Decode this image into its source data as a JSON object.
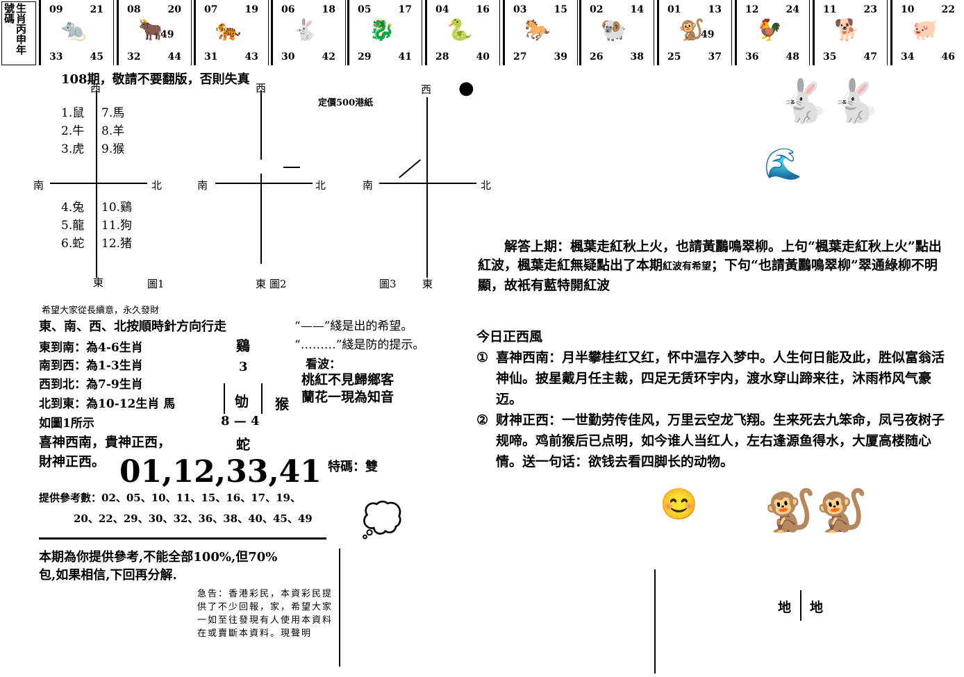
{
  "strip": {
    "side_label": "生肖丙申年號碼",
    "cells": [
      {
        "tl": "09",
        "tr": "21",
        "bl": "33",
        "br": "45",
        "ex": "",
        "icon": "rat-icon",
        "glyph": "🐀"
      },
      {
        "tl": "08",
        "tr": "20",
        "bl": "32",
        "br": "44",
        "ex": "49",
        "icon": "ox-icon",
        "glyph": "🐂"
      },
      {
        "tl": "07",
        "tr": "19",
        "bl": "31",
        "br": "43",
        "ex": "",
        "icon": "tiger-icon",
        "glyph": "🐅"
      },
      {
        "tl": "06",
        "tr": "18",
        "bl": "30",
        "br": "42",
        "ex": "",
        "icon": "rabbit-icon",
        "glyph": "🐇"
      },
      {
        "tl": "05",
        "tr": "17",
        "bl": "29",
        "br": "41",
        "ex": "",
        "icon": "dragon-icon",
        "glyph": "🐉"
      },
      {
        "tl": "04",
        "tr": "16",
        "bl": "28",
        "br": "40",
        "ex": "",
        "icon": "snake-icon",
        "glyph": "🐍"
      },
      {
        "tl": "03",
        "tr": "15",
        "bl": "27",
        "br": "39",
        "ex": "",
        "icon": "horse-icon",
        "glyph": "🐎"
      },
      {
        "tl": "02",
        "tr": "14",
        "bl": "26",
        "br": "38",
        "ex": "",
        "icon": "goat-icon",
        "glyph": "🐏"
      },
      {
        "tl": "01",
        "tr": "13",
        "bl": "25",
        "br": "37",
        "ex": "49",
        "icon": "monkey-icon",
        "glyph": "🐒"
      },
      {
        "tl": "12",
        "tr": "24",
        "bl": "36",
        "br": "48",
        "ex": "",
        "icon": "rooster-icon",
        "glyph": "🐓"
      },
      {
        "tl": "11",
        "tr": "23",
        "bl": "35",
        "br": "47",
        "ex": "",
        "icon": "dog-icon",
        "glyph": "🐕"
      },
      {
        "tl": "10",
        "tr": "22",
        "bl": "34",
        "br": "46",
        "ex": "",
        "icon": "pig-icon",
        "glyph": "🐖"
      }
    ]
  },
  "header": {
    "warning": "108期，敬請不要翻版，否則失真",
    "price": "定價500港紙"
  },
  "compass": {
    "west": "西",
    "south": "南",
    "north": "北",
    "east": "東",
    "fig1": "圖1",
    "fig2": "圖2",
    "fig3": "圖3",
    "list_top": [
      "1.鼠",
      "2.牛",
      "3.虎"
    ],
    "list_top_r": [
      "7.馬",
      "8.羊",
      "9.猴"
    ],
    "list_bot": [
      "4.兔",
      "5.龍",
      "6.蛇"
    ],
    "list_bot_r": [
      "10.鷄",
      "11.狗",
      "12.猪"
    ]
  },
  "left": {
    "wish": "希望大家從長續意，永久發財",
    "rule": "東、南、西、北按順時針方向行走",
    "e2s": "東到南：為4-6生肖",
    "s2w": "南到西：為1-3生肖",
    "w2n": "西到北：為7-9生肖",
    "n2e": "北到東：為10-12生肖 馬",
    "fig_ref": "如圖1所示",
    "gods1": "喜神西南，貴神正西，",
    "gods2": "財神正西。",
    "legend1": "“——”綫是出的希望。",
    "legend2": "“………”綫是防的提示。",
    "chicken": "鷄",
    "three": "3",
    "boxed": "劬",
    "monkey": "猴",
    "eight_four": "8 — 4",
    "snake": "蛇",
    "kanbo": "看波：",
    "kb1": "桃紅不見歸鄉客",
    "kb2": "蘭花一現為知音",
    "numbers": "01,12,33,41",
    "tema": "特碼：雙",
    "ref_label": "提供參考數：02、05、10、11、15、16、17、19、",
    "ref_line2": "20、22、29、30、32、36、38、40、45、49",
    "close1": "本期為你提供參考,不能全部100%,但70%",
    "close2": "包,如果相信,下回再分解."
  },
  "notice": "急告：香港彩民，本資彩民提供了不少回報，家，希望大家一如至往發現有人使用本資料在或賣斷本資料。現聲明",
  "right": {
    "answer": "解答上期：楓葉走紅秋上火，也請黃鸝鳴翠柳。上句“楓葉走紅秋上火”點出紅波，楓葉走紅無疑點出了本期",
    "answer_small": "紅波有希望",
    "answer_end": "；下句“也請黃鸝鳴翠柳”翠通綠柳不明顯，故衹有藍特開紅波",
    "wind": "今日正西風",
    "p1_num": "①",
    "p1": "喜神西南：月半攀桂红又红，怀中温存入梦中。人生何日能及此，胜似富翁活神仙。披星戴月任主裁，四足无赁环宇内，渡水穿山蹄来往，沐雨栉风气豪迈。",
    "p2_num": "②",
    "p2": "财神正西：一世勤劳传佳风，万里云空龙飞翔。生来死去九笨命，凤弓夜树子规啼。鸡前猴后已点明，如今谁人当红人，左右逢源鱼得水，大厦高楼随心情。送一句话：欲钱去看四脚长的动物。",
    "di1": "地",
    "di2": "地"
  }
}
